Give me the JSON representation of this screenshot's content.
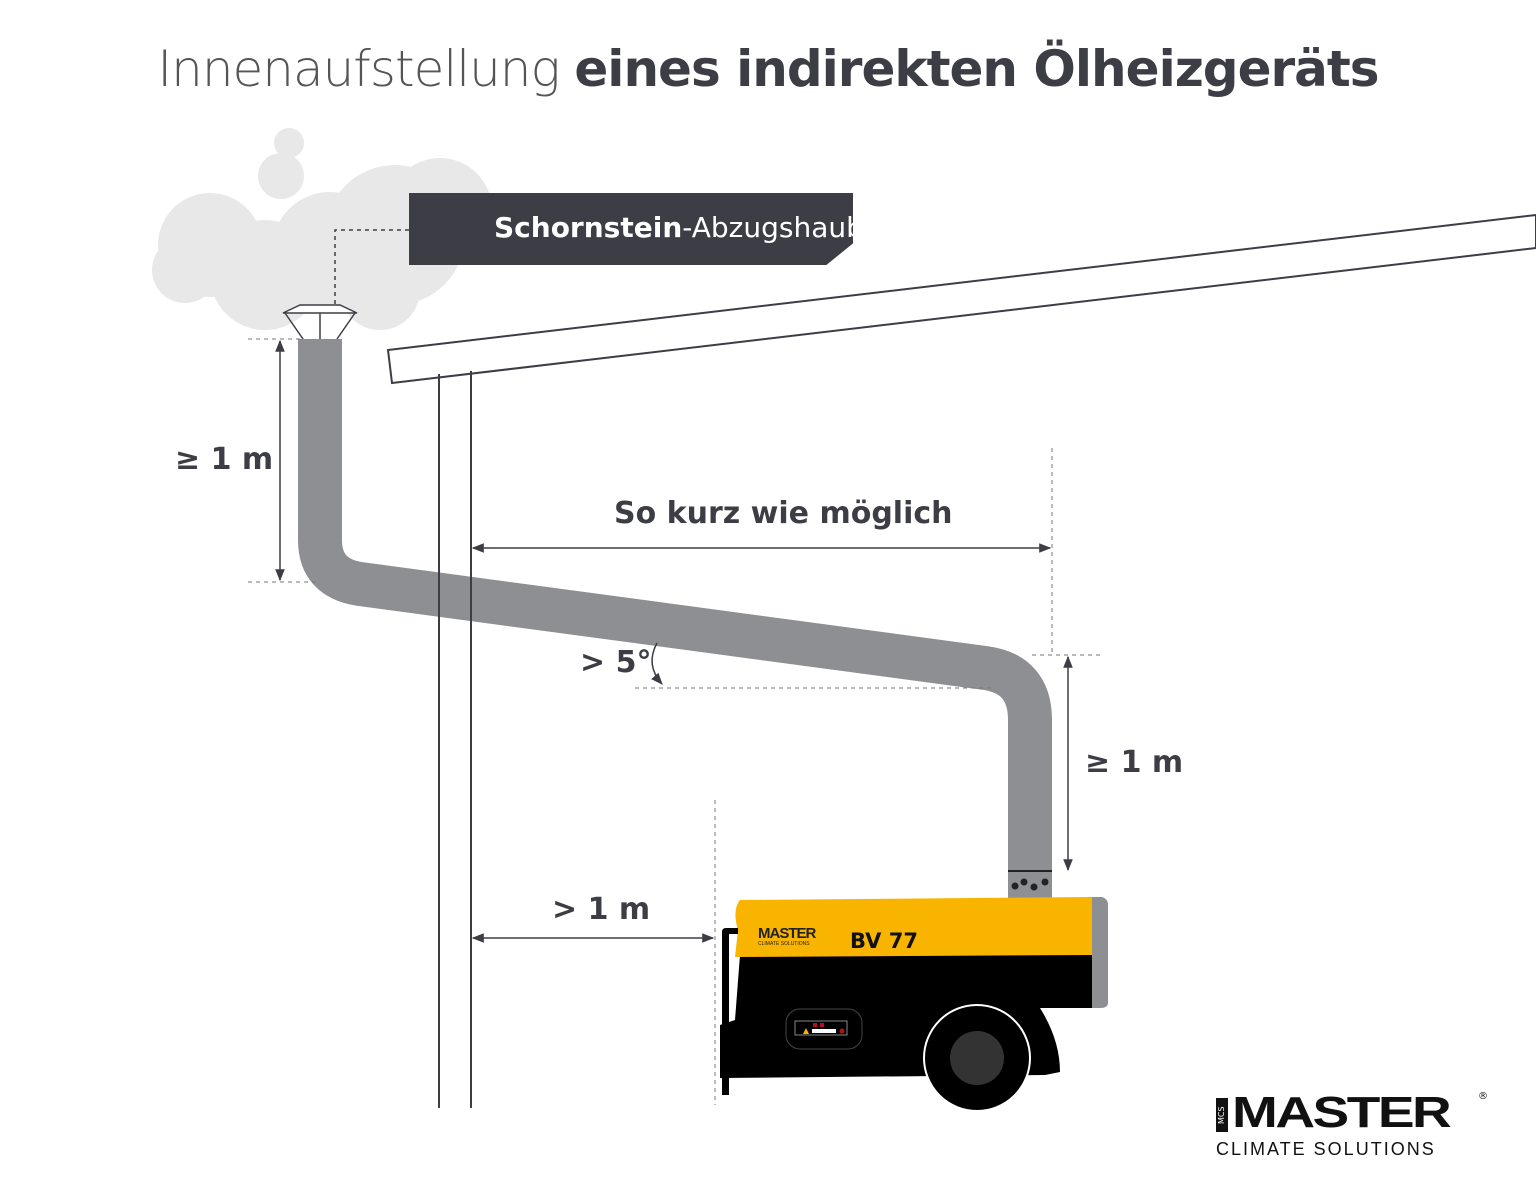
{
  "title": {
    "light": "Innenaufstellung ",
    "bold": "eines indirekten Ölheizgeräts"
  },
  "tag": {
    "bold": "Schornstein",
    "rest": "-Abzugshaube",
    "icon": "wind-icon"
  },
  "labels": {
    "chimney_height": "≥ 1 m",
    "pipe_length": "So kurz wie möglich",
    "slope": "> 5°",
    "heater_rise": "≥ 1 m",
    "wall_distance": "> 1 m"
  },
  "heater": {
    "brand": "MASTER",
    "brand_sub": "CLIMATE SOLUTIONS",
    "model": "BV 77"
  },
  "logo": {
    "mcs": "MCS",
    "main": "MASTER",
    "reg": "®",
    "sub": "CLIMATE SOLUTIONS"
  },
  "colors": {
    "pipe": "#8e8f93",
    "heater_yellow": "#f9b400",
    "dark": "#3d3d45",
    "cloud": "#e8e8e8"
  }
}
